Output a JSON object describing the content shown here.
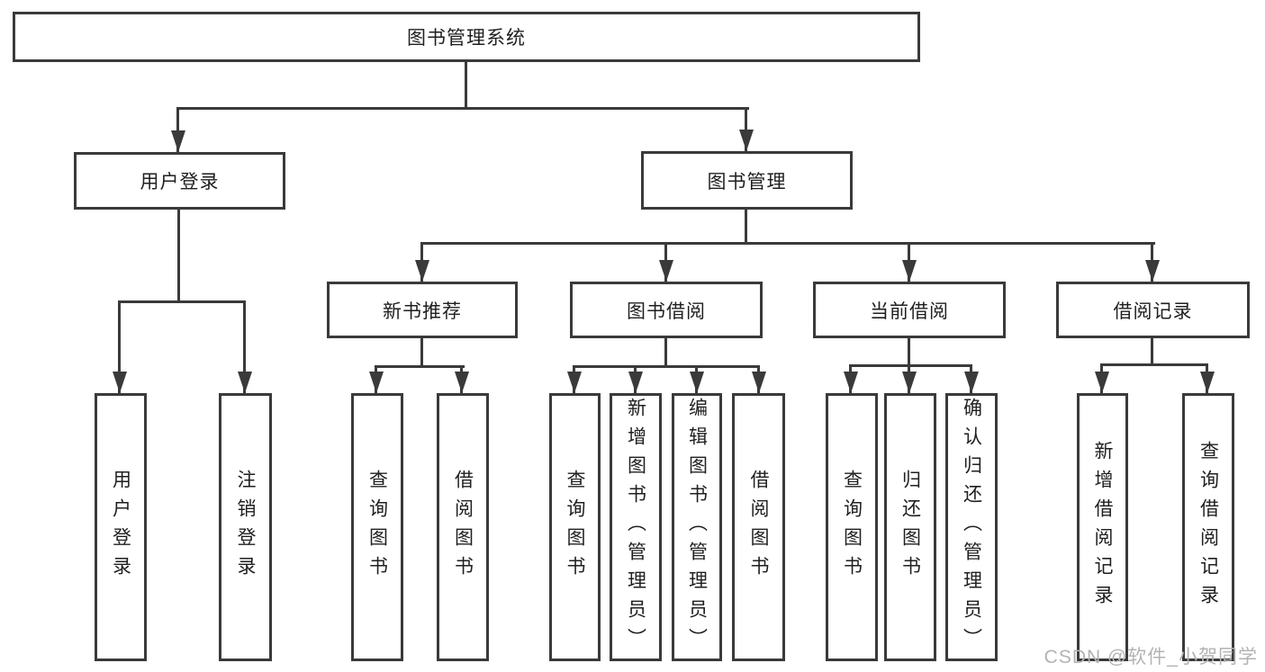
{
  "nodes": {
    "root": "图书管理系统",
    "user_login": "用户登录",
    "book_management": "图书管理",
    "new_book_recommend": "新书推荐",
    "book_borrow": "图书借阅",
    "current_borrow": "当前借阅",
    "borrow_records": "借阅记录",
    "leaves": {
      "user_login": [
        "用户登录",
        "注销登录"
      ],
      "new_book_recommend": [
        "查询图书",
        "借阅图书"
      ],
      "book_borrow": [
        "查询图书",
        "新增图书（管理员）",
        "编辑图书（管理员）",
        "借阅图书"
      ],
      "current_borrow": [
        "查询图书",
        "归还图书",
        "确认归还（管理员）"
      ],
      "borrow_records": [
        "新增借阅记录",
        "查询借阅记录"
      ]
    }
  },
  "watermark": {
    "text": "CSDN @软件_小贺同学"
  },
  "colors": {
    "line": "#3a3a3a",
    "ink": "#1f1f1f",
    "watermark": "#b3b3b3",
    "bg": "#ffffff"
  }
}
